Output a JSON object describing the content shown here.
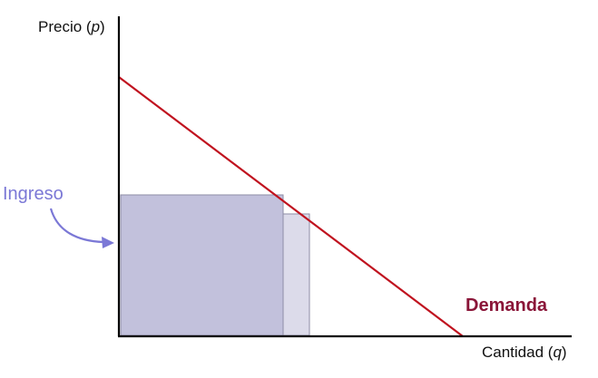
{
  "axes": {
    "y": {
      "label": "Precio (",
      "var": "p",
      "close": ")"
    },
    "x": {
      "label": "Cantidad (",
      "var": "q",
      "close": ")"
    }
  },
  "demand": {
    "label": "Demanda",
    "color": "#c0131f",
    "label_color": "#8a1538"
  },
  "revenue": {
    "label": "Ingreso",
    "color": "#7b78d6",
    "fill": "#c2c1dc",
    "back_fill": "#dcdbea"
  }
}
